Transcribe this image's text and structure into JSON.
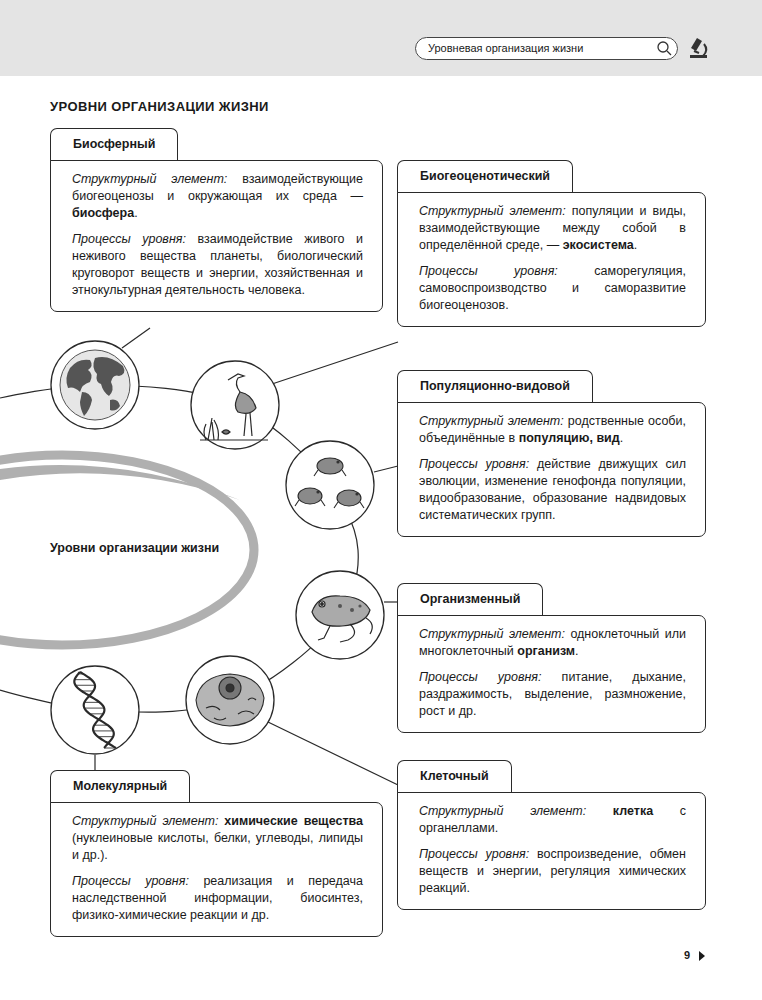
{
  "diagram": {
    "title": "УРОВНИ ОРГАНИЗАЦИИ ЖИЗНИ",
    "nodes": [
      {
        "text": [
          "Уровневая организация жизни"
        ]
      },
      {
        "text": [
          "Биосферный",
          "Структурный элемент:",
          "взаимодействующие биогеоценозы и окружающая их среда —",
          "биосфера",
          ".",
          "Процессы уровня:",
          "взаимодействие живого и неживого вещества планеты, биологический круговорот веществ и энергии, хозяйственная и этнокультурная деятельность человека."
        ]
      },
      {
        "text": [
          "Биогеоценотический",
          "Структурный элемент:",
          "популяции и виды, взаимодействующие между собой в определённой среде, —",
          "экосистема",
          ".",
          "Процессы уровня:",
          "саморегуляция, самовоспроизводство и саморазвитие биогеоценозов."
        ]
      },
      {
        "text": [
          "Популяционно-видовой",
          "Структурный элемент:",
          "родственные особи, объединённые в",
          "популяцию, вид",
          ".",
          "Процессы уровня:",
          "действие движущих сил эволюции, изменение генофонда популяции, видообразование, образование надвидовых систематических групп."
        ]
      },
      {
        "text": [
          "Уровни организации жизни"
        ]
      },
      {
        "text": [
          "Организменный",
          "Структурный элемент:",
          "одноклеточный или многоклеточный",
          "организм",
          ".",
          "Процессы уровня:",
          "питание, дыхание, раздражимость, выделение, размножение, рост и др."
        ]
      },
      {
        "text": [
          "Молекулярный",
          "Структурный элемент:",
          "химические вещества",
          "(нуклеиновые кислоты, белки, углеводы, липиды и др.).",
          "Процессы уровня:",
          "реализация и передача наследственной информации, биосинтез, физико-химические реакции и др."
        ]
      },
      {
        "text": [
          "Клеточный",
          "Структурный элемент:",
          "клетка",
          "с органеллами.",
          "Процессы уровня:",
          "воспроизведение, обмен веществ и энергии, регуляция химических реакций."
        ]
      }
    ],
    "labels": [
      "9"
    ]
  }
}
